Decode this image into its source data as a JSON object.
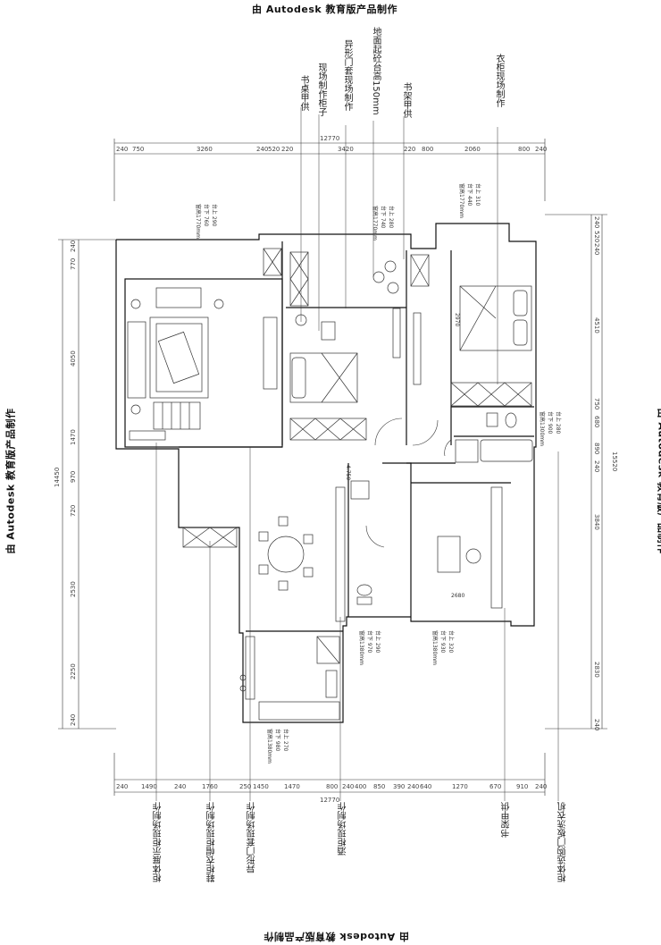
{
  "watermark": "由 Autodesk 教育版产品制作",
  "top_notes": [
    "衣柜现场制作",
    "地面起砼台高150mm",
    "异形门套现场制作",
    "现场制作柜子",
    "书架甲供",
    "书桌甲供"
  ],
  "bottom_notes": [
    "柜体展示柜现场制作",
    "鞋柜衣帽柜现场制作",
    "异形门套现场制作",
    "酒柜现场制作",
    "书架甲供",
    "柜体选购门板洗衣机"
  ],
  "top_dims": [
    "240",
    "750",
    "3260",
    "240",
    "520",
    "220",
    "3420",
    "220",
    "800",
    "2060",
    "800",
    "240"
  ],
  "top_total": "12770",
  "bottom_dims": [
    "240",
    "1490",
    "240",
    "1760",
    "250",
    "1450",
    "1470",
    "800",
    "240",
    "400",
    "850",
    "390",
    "240",
    "640",
    "1270",
    "670",
    "910",
    "240"
  ],
  "bottom_total": "12770",
  "left_dims": [
    "240",
    "770",
    "4050",
    "1470",
    "970",
    "720",
    "2530",
    "2250",
    "240"
  ],
  "left_total": "14450",
  "right_dims": [
    "240",
    "520",
    "240",
    "4510",
    "750",
    "680",
    "890",
    "240",
    "3840",
    "2830",
    "240"
  ],
  "right_total": "15520",
  "room_notes": {
    "master": [
      "窗高1770mm",
      "台下 440",
      "台上 310"
    ],
    "study": [
      "窗高1770mm",
      "台下 740",
      "台上 280"
    ],
    "living": [
      "窗高1770mm",
      "台下 760",
      "台上 290"
    ],
    "bath": [
      "窗高1300mm",
      "台下 900",
      "台上 280"
    ],
    "bed2": [
      "窗高1380mm",
      "台下 930",
      "台上 320"
    ],
    "wc": [
      "窗高1380mm",
      "台下 970",
      "台上 290"
    ],
    "kitchen": [
      "窗高1380mm",
      "台下 980",
      "台上 270"
    ]
  },
  "inner_dims": [
    "2970",
    "2680"
  ],
  "elevation": "4.750"
}
